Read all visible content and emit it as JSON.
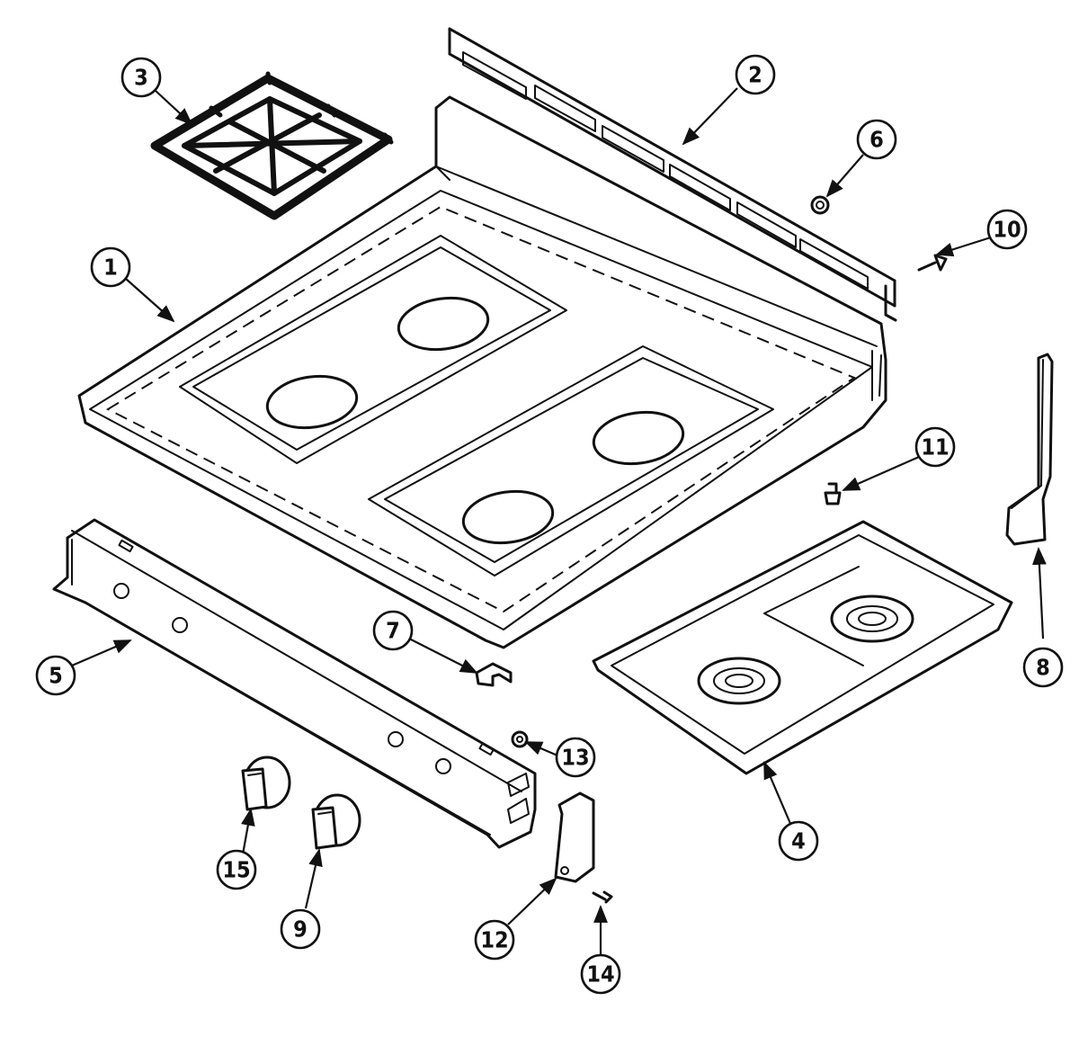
{
  "callouts": [
    {
      "label": "1"
    },
    {
      "label": "2"
    },
    {
      "label": "3"
    },
    {
      "label": "4"
    },
    {
      "label": "5"
    },
    {
      "label": "6"
    },
    {
      "label": "7"
    },
    {
      "label": "8"
    },
    {
      "label": "9"
    },
    {
      "label": "10"
    },
    {
      "label": "11"
    },
    {
      "label": "12"
    },
    {
      "label": "13"
    },
    {
      "label": "14"
    },
    {
      "label": "15"
    }
  ]
}
